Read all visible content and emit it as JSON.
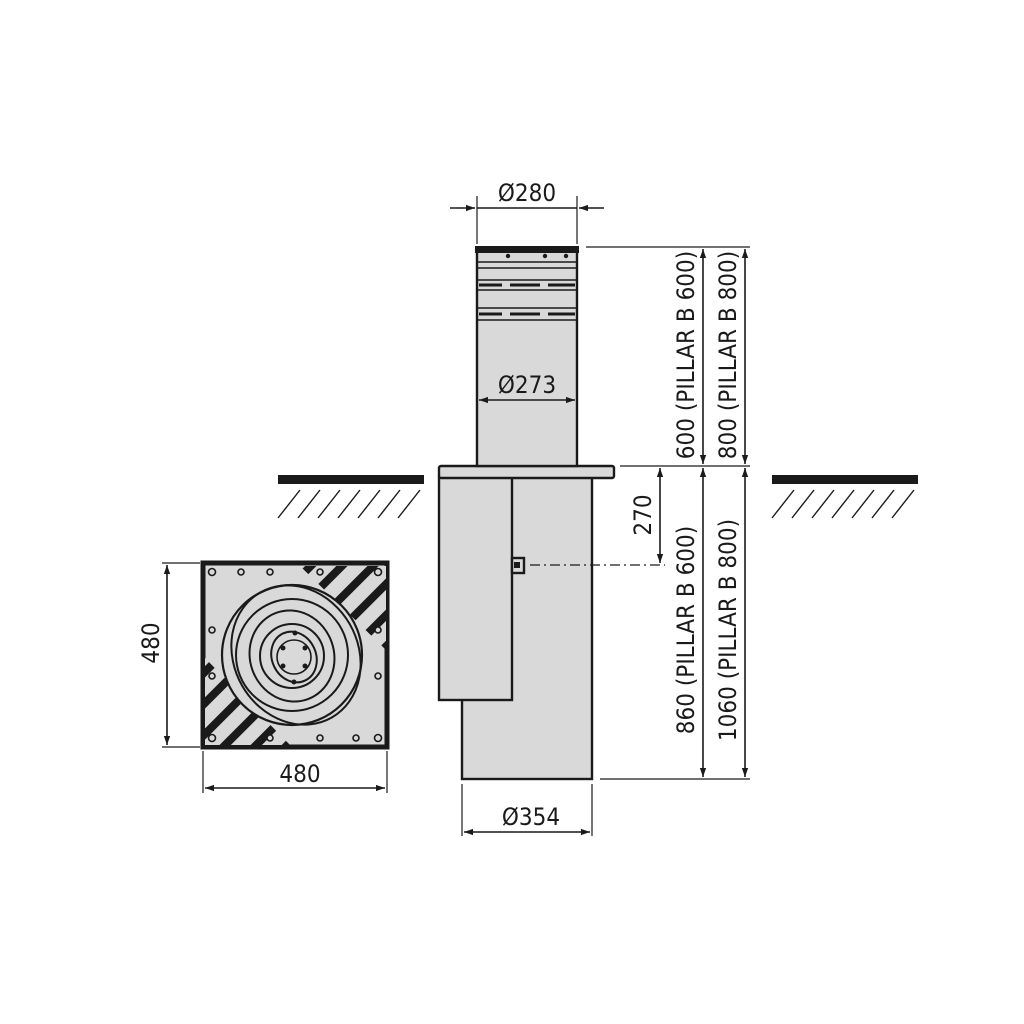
{
  "colors": {
    "body_fill": "#d9d9d9",
    "line": "#1a1a1a",
    "background": "#ffffff"
  },
  "dimensions": {
    "top_diameter": "Ø280",
    "inner_diameter": "Ø273",
    "base_diameter": "Ø354",
    "offset_270": "270",
    "height_above_b600": "600 (PILLAR B 600)",
    "height_above_b800": "800 (PILLAR B 800)",
    "height_below_b600": "860  (PILLAR B 600)",
    "height_below_b800": "1060 (PILLAR B 800)",
    "plate_width": "480",
    "plate_height": "480"
  }
}
